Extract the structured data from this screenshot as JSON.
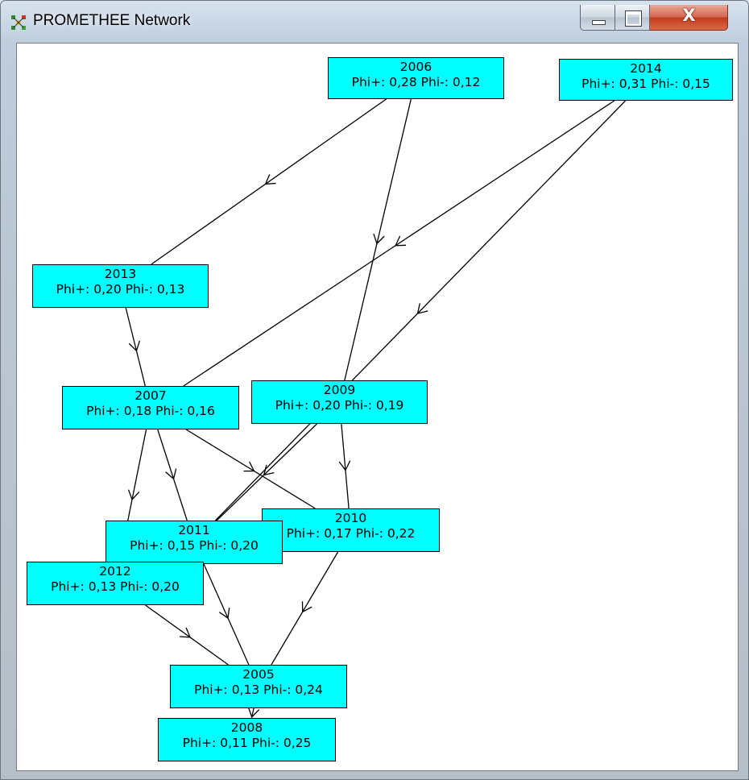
{
  "window": {
    "title": "PROMETHEE Network",
    "close_glyph": "X"
  },
  "icons": {
    "app": "promethee-network-icon",
    "minimize": "minimize-icon",
    "maximize": "maximize-icon",
    "close": "close-icon"
  },
  "colors": {
    "node_fill": "#00ffff",
    "node_border": "#000000",
    "edge": "#000000",
    "canvas": "#ffffff"
  },
  "nodes": [
    {
      "id": "2006",
      "label": "2006",
      "phi": "Phi+: 0,28  Phi-: 0,12"
    },
    {
      "id": "2014",
      "label": "2014",
      "phi": "Phi+: 0,31  Phi-: 0,15"
    },
    {
      "id": "2013",
      "label": "2013",
      "phi": "Phi+: 0,20  Phi-: 0,13"
    },
    {
      "id": "2007",
      "label": "2007",
      "phi": "Phi+: 0,18  Phi-: 0,16"
    },
    {
      "id": "2009",
      "label": "2009",
      "phi": "Phi+: 0,20  Phi-: 0,19"
    },
    {
      "id": "2010",
      "label": "2010",
      "phi": "Phi+: 0,17  Phi-: 0,22"
    },
    {
      "id": "2011",
      "label": "2011",
      "phi": "Phi+: 0,15  Phi-: 0,20"
    },
    {
      "id": "2012",
      "label": "2012",
      "phi": "Phi+: 0,13  Phi-: 0,20"
    },
    {
      "id": "2005",
      "label": "2005",
      "phi": "Phi+: 0,13  Phi-: 0,24"
    },
    {
      "id": "2008",
      "label": "2008",
      "phi": "Phi+: 0,11  Phi-: 0,25"
    }
  ],
  "edges": [
    {
      "from": "2006",
      "to": "2013"
    },
    {
      "from": "2006",
      "to": "2009"
    },
    {
      "from": "2014",
      "to": "2007"
    },
    {
      "from": "2014",
      "to": "2011"
    },
    {
      "from": "2013",
      "to": "2007"
    },
    {
      "from": "2007",
      "to": "2010"
    },
    {
      "from": "2007",
      "to": "2011"
    },
    {
      "from": "2007",
      "to": "2012"
    },
    {
      "from": "2009",
      "to": "2010"
    },
    {
      "from": "2009",
      "to": "2011"
    },
    {
      "from": "2010",
      "to": "2005"
    },
    {
      "from": "2011",
      "to": "2005"
    },
    {
      "from": "2012",
      "to": "2005"
    },
    {
      "from": "2005",
      "to": "2008"
    }
  ]
}
